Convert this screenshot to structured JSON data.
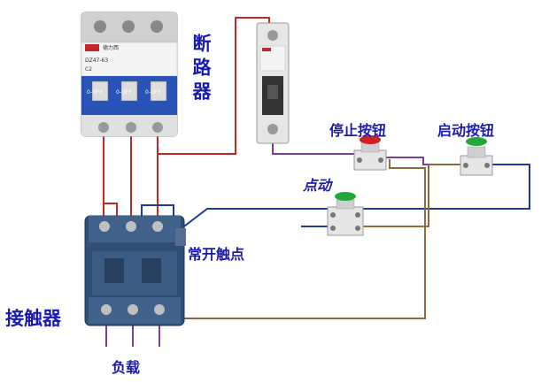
{
  "labels": {
    "breaker": "断路器",
    "stop_button": "停止按钮",
    "start_button": "启动按钮",
    "jog": "点动",
    "normally_open": "常开触点",
    "contactor": "接触器",
    "load": "负载"
  },
  "breaker_face": {
    "brand": "德力西",
    "model": "DZ47-63",
    "rating": "C2",
    "off_labels": [
      "0-OFF",
      "0-OFF",
      "0-OFF"
    ]
  },
  "colors": {
    "wire_red": "#c0282a",
    "wire_purple": "#7a3e9a",
    "wire_blue": "#1f3a9e",
    "wire_brown": "#8a6a3e",
    "contactor_body": "#2f4f74",
    "label_blue": "#1a1ab0"
  }
}
